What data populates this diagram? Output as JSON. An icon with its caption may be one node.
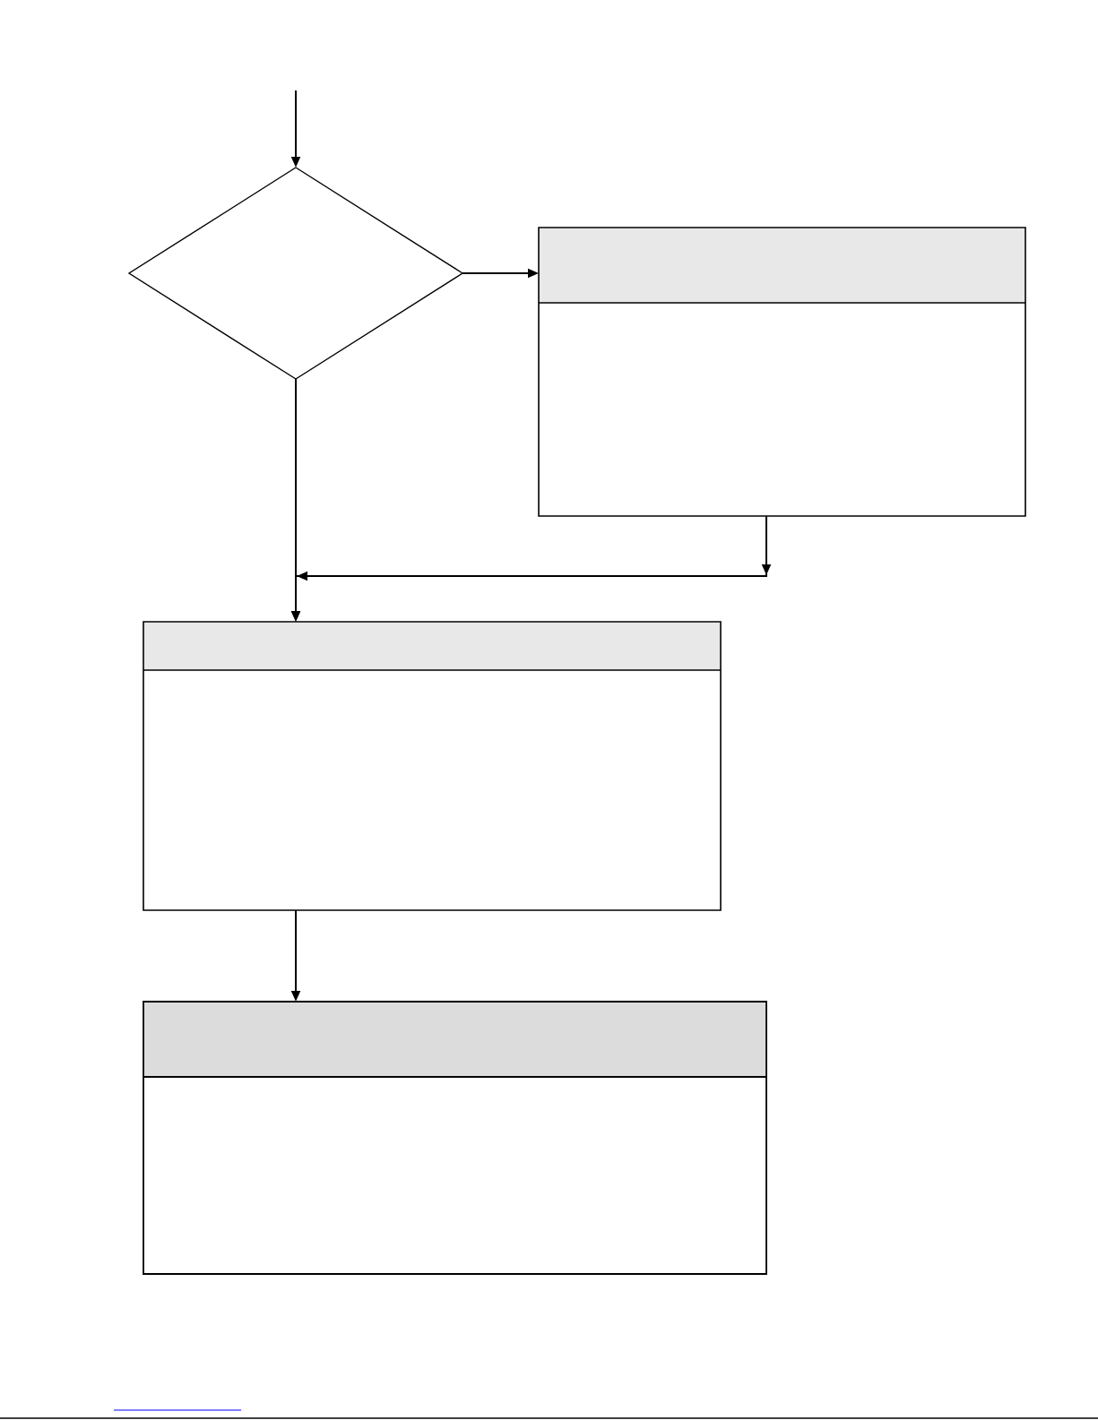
{
  "diagram": {
    "nodes": [
      {
        "text": [],
        "shape": "diamond"
      },
      {
        "text": [],
        "shape": "box"
      },
      {
        "text": [],
        "shape": "box"
      },
      {
        "text": [],
        "shape": "box"
      }
    ],
    "edges": [
      {
        "from": null,
        "to": 0,
        "arrow": "to"
      },
      {
        "from": 0,
        "to": 1,
        "arrow": "to"
      },
      {
        "from": 0,
        "to": 2,
        "arrow": "to"
      },
      {
        "from": 1,
        "to": 2,
        "arrow": "to"
      },
      {
        "from": 2,
        "to": 3,
        "arrow": "to"
      }
    ]
  }
}
